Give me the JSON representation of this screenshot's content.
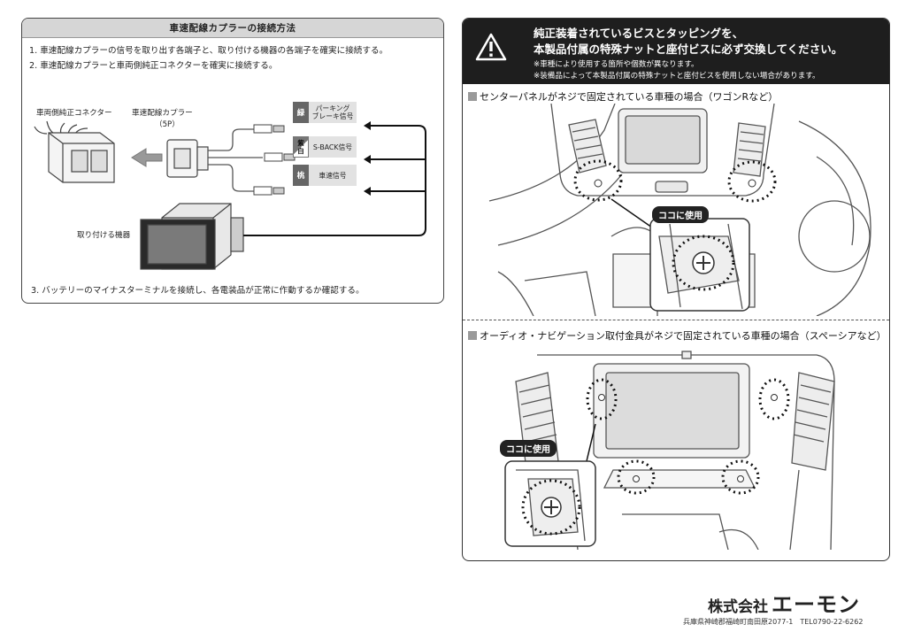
{
  "left": {
    "title": "車速配線カプラーの接続方法",
    "step1": "1. 車速配線カプラーの信号を取り出す各端子と、取り付ける機器の各端子を確実に接続する。",
    "step2": "2. 車速配線カプラーと車両側純正コネクターを確実に接続する。",
    "step3": "3. バッテリーのマイナスターミナルを接続し、各電装品が正常に作動するか確認する。",
    "vehicle_connector_label": "車両側純正コネクター",
    "coupler_label": "車速配線カプラー",
    "coupler_pins": "（5P）",
    "device_label": "取り付ける機器",
    "signals": [
      {
        "color": "緑",
        "name": "パーキング\nブレーキ信号"
      },
      {
        "color_top": "紫",
        "color_bottom": "白",
        "name": "S-BACK信号"
      },
      {
        "color": "桃",
        "name": "車速信号"
      }
    ]
  },
  "right": {
    "warning_line1": "純正装着されているビスとタッピングを、",
    "warning_line2": "本製品付属の特殊ナットと座付ビスに必ず交換してください。",
    "note1": "※車種により使用する箇所や個数が異なります。",
    "note2": "※装備品によって本製品付属の特殊ナットと座付ビスを使用しない場合があります。",
    "section1_title": "センターパネルがネジで固定されている車種の場合（ワゴンRなど）",
    "section2_title": "オーディオ・ナビゲーション取付金具がネジで固定されている車種の場合（スペーシアなど）",
    "use_here_1": "ココに使用",
    "use_here_2": "ココに使用"
  },
  "footer": {
    "company_prefix": "株式会社",
    "company_name": "エーモン",
    "address": "兵庫県神崎郡福崎町南田原2077-1　TEL0790-22-6262"
  },
  "icons": [
    "warning-icon",
    "screw-icon"
  ]
}
